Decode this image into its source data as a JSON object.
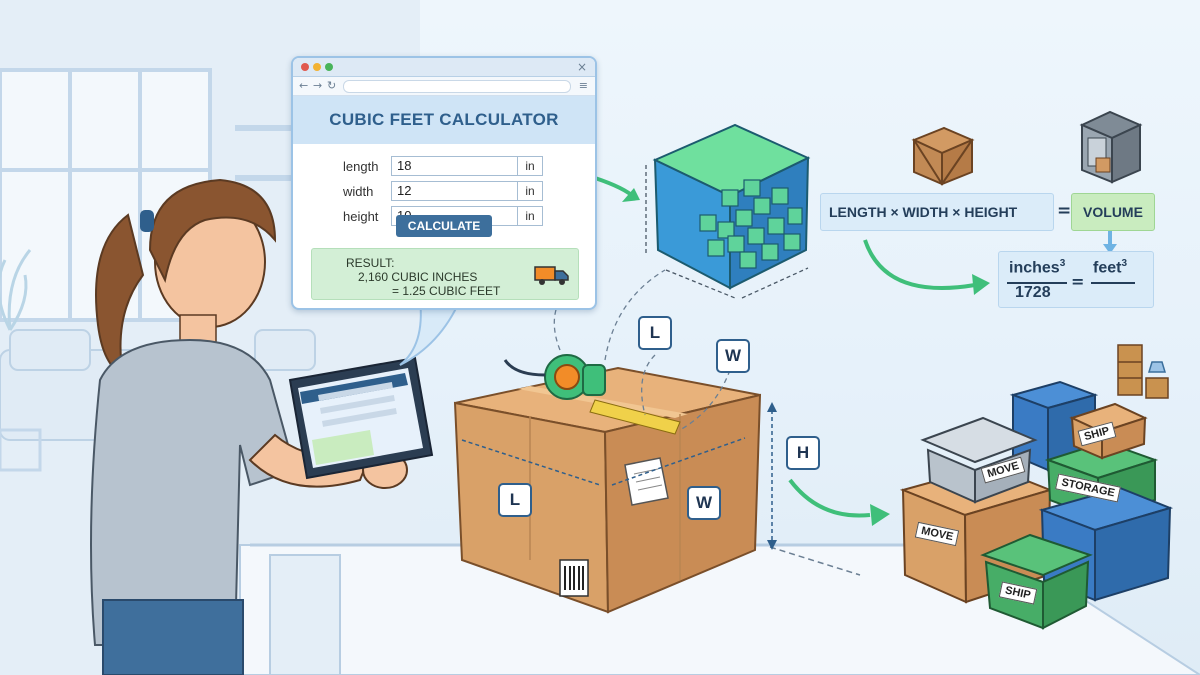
{
  "calculator": {
    "title": "CUBIC FEET CALCULATOR",
    "fields": [
      {
        "label": "length",
        "value": "18",
        "unit": "in"
      },
      {
        "label": "width",
        "value": "12",
        "unit": "in"
      },
      {
        "label": "height",
        "value": "10",
        "unit": "in"
      }
    ],
    "button_label": "CALCULATE",
    "result_label": "RESULT:",
    "result_line1": "2,160 CUBIC INCHES",
    "result_line2": "= 1.25 CUBIC FEET"
  },
  "formula": {
    "main": "LENGTH × WIDTH × HEIGHT",
    "equals": "=",
    "volume": "VOLUME",
    "numerator_left": "inches",
    "denominator": "1728",
    "numerator_right": "feet",
    "exponent": "3",
    "conversion_equals": "="
  },
  "tags": {
    "length": "L",
    "width": "W",
    "height": "H"
  },
  "box_labels": {
    "move": "MOVE",
    "ship": "SHIP",
    "storage": "STORAGE"
  },
  "icons": [
    "browser-window-icon",
    "delivery-truck-icon",
    "wooden-crate-icon",
    "storage-unit-icon",
    "tape-measure-icon",
    "barcode-icon"
  ],
  "colors": {
    "accent_blue": "#2f5f8c",
    "result_green": "#d3efd6",
    "volume_green": "#c9ecbf",
    "arrow_green": "#3fbf7a",
    "cardboard": "#d9a168"
  }
}
